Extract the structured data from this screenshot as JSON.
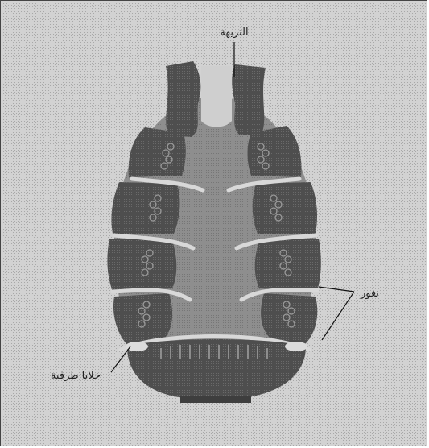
{
  "labels": {
    "top": "التريهة",
    "right": "نغور",
    "left": "خلايا طرفية"
  },
  "colors": {
    "background": "#c8c8c8",
    "segment": "#555555",
    "body": "#8c8c8c",
    "border": "#444444"
  }
}
